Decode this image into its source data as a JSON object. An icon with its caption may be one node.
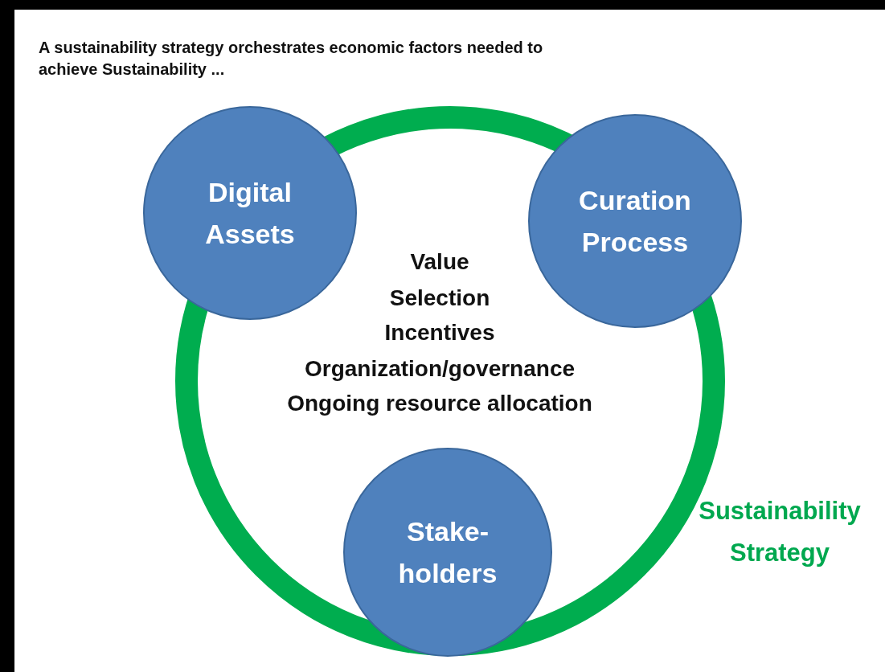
{
  "diagram": {
    "title": "A sustainability strategy orchestrates economic factors needed to achieve Sustainability ...",
    "nodes": [
      {
        "text": [
          "Sustainability Strategy"
        ]
      },
      {
        "text": [
          "Digital Assets"
        ]
      },
      {
        "text": [
          "Curation Process"
        ]
      },
      {
        "text": [
          "Stake- holders"
        ]
      }
    ],
    "edges": [],
    "labels": [
      "Value",
      "Selection",
      "Incentives",
      "Organization/governance",
      "Ongoing resource allocation"
    ]
  }
}
